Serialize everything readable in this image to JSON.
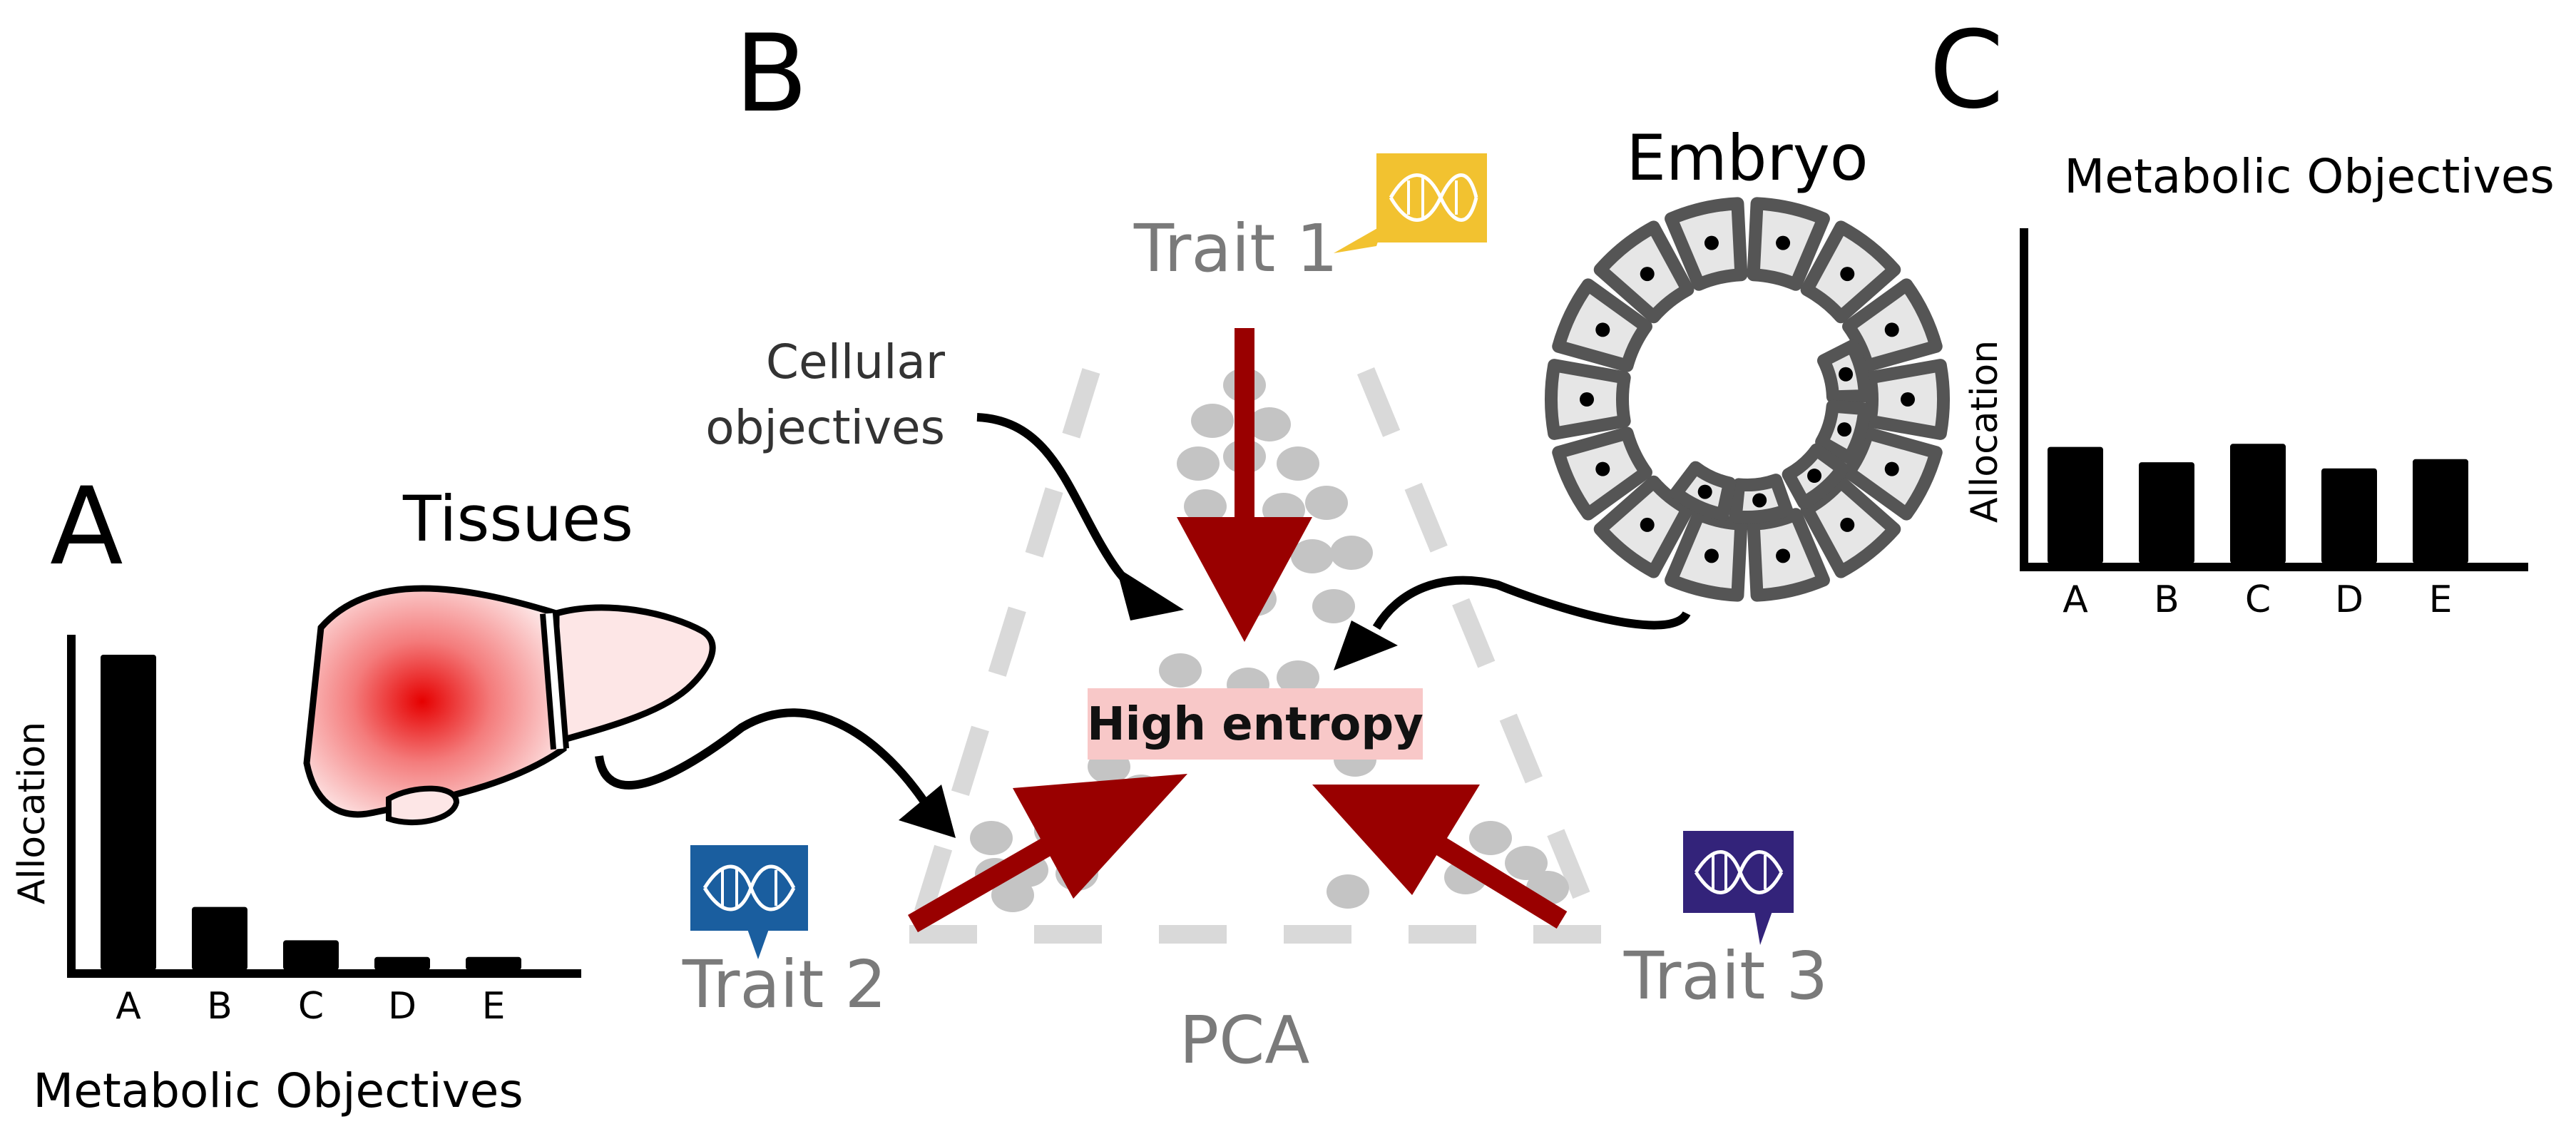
{
  "panels": {
    "a": {
      "letter": "A",
      "title": "Tissues",
      "ylabel": "Allocation",
      "xlabel": "Metabolic Objectives"
    },
    "b": {
      "letter": "B",
      "trait1": "Trait 1",
      "trait2": "Trait 2",
      "trait3": "Trait 3",
      "cellular_objectives_line1": "Cellular",
      "cellular_objectives_line2": "objectives",
      "center_label": "High entropy",
      "bottom_label": "PCA",
      "embryo_label": "Embryo"
    },
    "c": {
      "letter": "C",
      "title": "Metabolic Objectives",
      "ylabel": "Allocation"
    }
  },
  "colors": {
    "arrow_red": "#990000",
    "trait1_icon": "#f2c230",
    "trait2_icon": "#1a5e9f",
    "trait3_icon": "#33237a",
    "highlight_box": "#f8c8c8",
    "triangle_dash": "#d9d9d9",
    "points": "#c8c8c8",
    "liver_red": "#e60000"
  },
  "icons": {
    "trait1": "dna-speech-bubble-icon",
    "trait2": "dna-speech-bubble-icon",
    "trait3": "dna-speech-bubble-icon",
    "tissue": "liver-icon",
    "embryo": "embryo-cell-ring-icon"
  },
  "chart_data": [
    {
      "type": "bar",
      "panel": "A",
      "categories": [
        "A",
        "B",
        "C",
        "D",
        "E"
      ],
      "values": [
        0.85,
        0.17,
        0.08,
        0.035,
        0.035
      ],
      "xlabel": "Metabolic Objectives",
      "ylabel": "Allocation",
      "ylim": [
        0,
        1
      ]
    },
    {
      "type": "bar",
      "panel": "C",
      "categories": [
        "A",
        "B",
        "C",
        "D",
        "E"
      ],
      "values": [
        0.38,
        0.33,
        0.39,
        0.31,
        0.34
      ],
      "title": "Metabolic Objectives",
      "ylabel": "Allocation",
      "ylim": [
        0,
        1
      ]
    }
  ]
}
